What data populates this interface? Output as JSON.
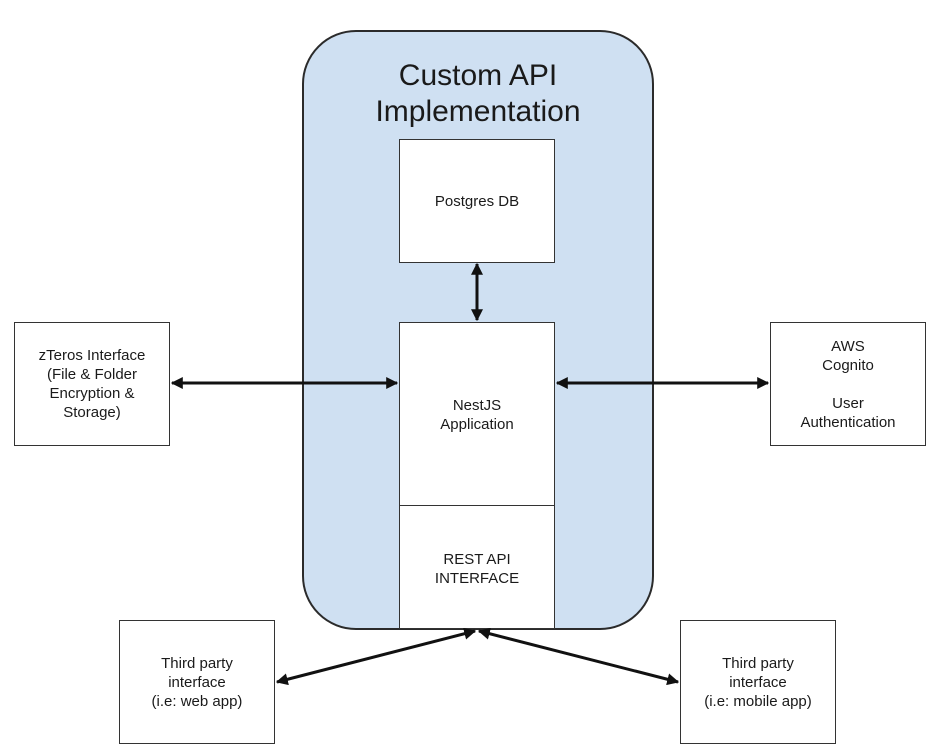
{
  "container": {
    "title": "Custom API\nImplementation"
  },
  "nodes": {
    "postgres": "Postgres DB",
    "nestjs": "NestJS\nApplication",
    "rest_api": "REST API\nINTERFACE",
    "zteros": "zTeros Interface\n(File & Folder\nEncryption &\nStorage)",
    "aws": "AWS\nCognito\n\nUser\nAuthentication",
    "third_party_web": "Third party\ninterface\n(i.e: web app)",
    "third_party_mobile": "Third party\ninterface\n(i.e: mobile app)"
  },
  "connections": [
    {
      "from": "postgres",
      "to": "nestjs",
      "direction": "both"
    },
    {
      "from": "zteros",
      "to": "nestjs",
      "direction": "both"
    },
    {
      "from": "nestjs",
      "to": "aws",
      "direction": "both"
    },
    {
      "from": "third_party_web",
      "to": "rest_api",
      "direction": "both"
    },
    {
      "from": "third_party_mobile",
      "to": "rest_api",
      "direction": "both"
    }
  ]
}
